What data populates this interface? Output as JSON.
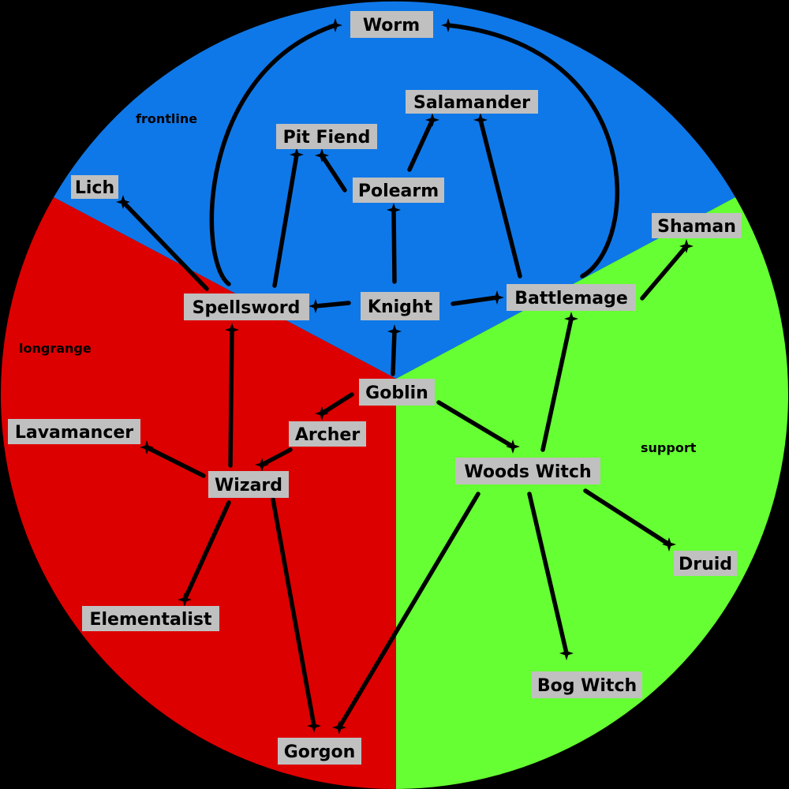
{
  "colors": {
    "background": "#000000",
    "frontline": "#0f78e8",
    "longrange": "#dd0000",
    "support": "#66ff33",
    "label_box": "#c0c0c0",
    "line": "#000000"
  },
  "regions": [
    {
      "id": "frontline",
      "label": "frontline",
      "color": "#0f78e8"
    },
    {
      "id": "longrange",
      "label": "longrange",
      "color": "#dd0000"
    },
    {
      "id": "support",
      "label": "support",
      "color": "#66ff33"
    }
  ],
  "nodes": [
    {
      "id": "worm",
      "label": "Worm"
    },
    {
      "id": "salamander",
      "label": "Salamander"
    },
    {
      "id": "pit_fiend",
      "label": "Pit Fiend"
    },
    {
      "id": "polearm",
      "label": "Polearm"
    },
    {
      "id": "lich",
      "label": "Lich"
    },
    {
      "id": "shaman",
      "label": "Shaman"
    },
    {
      "id": "spellsword",
      "label": "Spellsword"
    },
    {
      "id": "knight",
      "label": "Knight"
    },
    {
      "id": "battlemage",
      "label": "Battlemage"
    },
    {
      "id": "goblin",
      "label": "Goblin"
    },
    {
      "id": "archer",
      "label": "Archer"
    },
    {
      "id": "lavamancer",
      "label": "Lavamancer"
    },
    {
      "id": "wizard",
      "label": "Wizard"
    },
    {
      "id": "woods_witch",
      "label": "Woods Witch"
    },
    {
      "id": "druid",
      "label": "Druid"
    },
    {
      "id": "elementalist",
      "label": "Elementalist"
    },
    {
      "id": "bog_witch",
      "label": "Bog Witch"
    },
    {
      "id": "gorgon",
      "label": "Gorgon"
    }
  ],
  "edges": [
    {
      "from": "goblin",
      "to": "knight"
    },
    {
      "from": "goblin",
      "to": "archer"
    },
    {
      "from": "goblin",
      "to": "woods_witch"
    },
    {
      "from": "knight",
      "to": "spellsword"
    },
    {
      "from": "knight",
      "to": "battlemage"
    },
    {
      "from": "knight",
      "to": "polearm"
    },
    {
      "from": "polearm",
      "to": "pit_fiend"
    },
    {
      "from": "polearm",
      "to": "salamander"
    },
    {
      "from": "spellsword",
      "to": "pit_fiend"
    },
    {
      "from": "spellsword",
      "to": "lich"
    },
    {
      "from": "spellsword",
      "to": "worm"
    },
    {
      "from": "battlemage",
      "to": "worm"
    },
    {
      "from": "battlemage",
      "to": "salamander"
    },
    {
      "from": "battlemage",
      "to": "shaman"
    },
    {
      "from": "archer",
      "to": "wizard"
    },
    {
      "from": "wizard",
      "to": "spellsword"
    },
    {
      "from": "wizard",
      "to": "lavamancer"
    },
    {
      "from": "wizard",
      "to": "elementalist"
    },
    {
      "from": "wizard",
      "to": "gorgon"
    },
    {
      "from": "woods_witch",
      "to": "battlemage"
    },
    {
      "from": "woods_witch",
      "to": "druid"
    },
    {
      "from": "woods_witch",
      "to": "bog_witch"
    },
    {
      "from": "woods_witch",
      "to": "gorgon"
    }
  ]
}
